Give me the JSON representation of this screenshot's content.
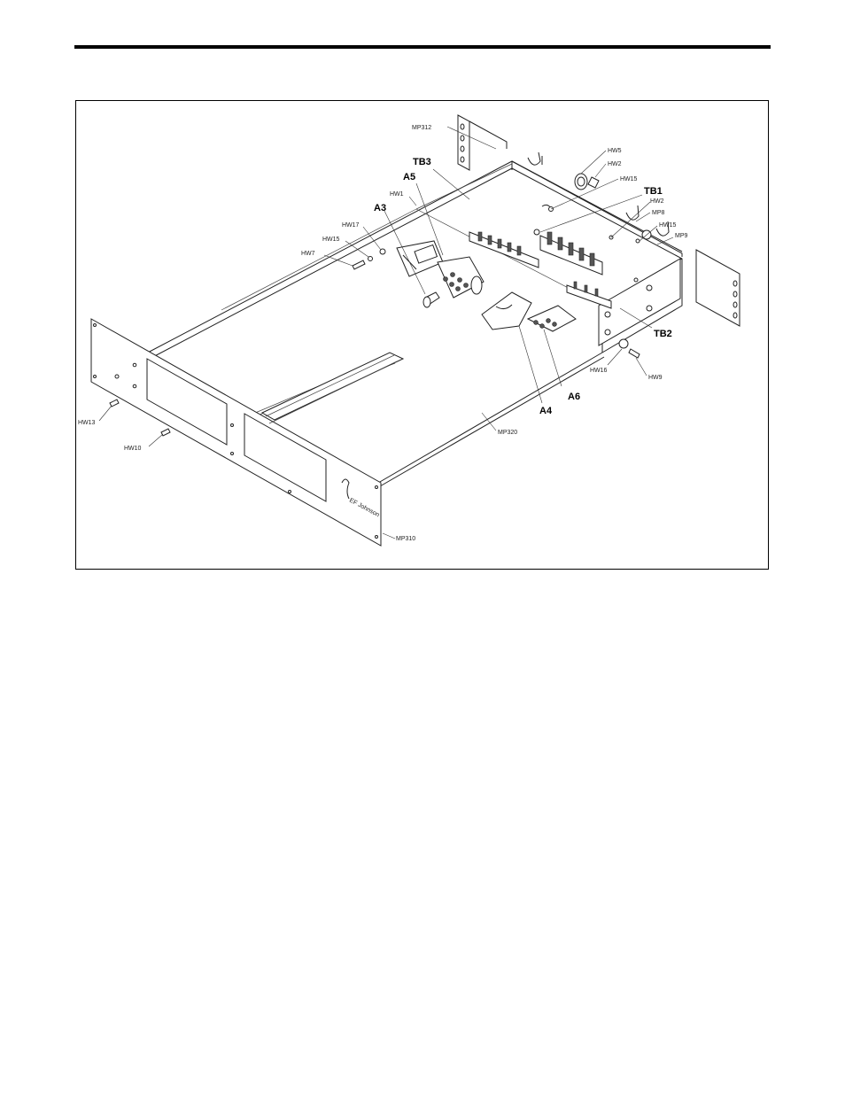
{
  "labels": {
    "mp312": "MP312",
    "tb3": "TB3",
    "a5": "A5",
    "hw1": "HW1",
    "a3": "A3",
    "hw17": "HW17",
    "hw15_left": "HW15",
    "hw7": "HW7",
    "hw5": "HW5",
    "hw2_top": "HW2",
    "hw15_mid": "HW15",
    "tb1": "TB1",
    "hw2_right": "HW2",
    "mp8": "MP8",
    "hw15_right": "HW15",
    "mp9": "MP9",
    "tb2": "TB2",
    "hw16": "HW16",
    "hw9": "HW9",
    "a6": "A6",
    "a4": "A4",
    "mp320": "MP320",
    "hw13": "HW13",
    "hw10": "HW10",
    "mp310": "MP310"
  },
  "colors": {
    "ink": "#000000",
    "paper": "#ffffff"
  }
}
